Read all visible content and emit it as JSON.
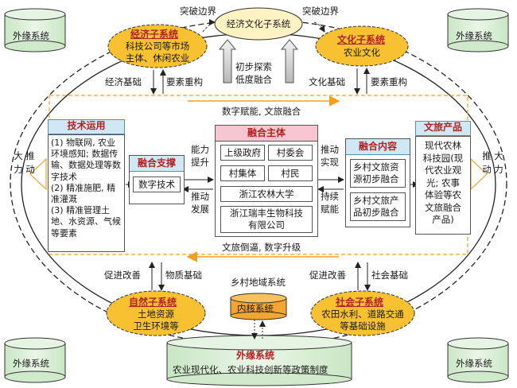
{
  "outer": {
    "tl": "外缘系统",
    "tr": "外缘系统",
    "bl": "外缘系统",
    "br": "外缘系统"
  },
  "bottom_outer": {
    "title": "外缘系统",
    "desc": "农业现代化、农业科技创新等政策制度"
  },
  "core_system": "内核系统",
  "rural_region": "乡村地域系统",
  "economic": {
    "title": "经济子系统",
    "line1": "科技公司等市场",
    "line2": "主体、休闲农业"
  },
  "eco_culture": "经济文化子系统",
  "culture": {
    "title": "文化子系统",
    "line1": "农业文化"
  },
  "natural": {
    "title": "自然子系统",
    "line1": "土地资源",
    "line2": "卫生环境等"
  },
  "social": {
    "title": "社会子系统",
    "line1": "农田水利、道路交通",
    "line2": "等基础设施"
  },
  "labels": {
    "breakthrough_left": "突破边界",
    "breakthrough_right": "突破边界",
    "explore1": "初步探索",
    "explore2": "低度融合",
    "eco_base": "经济基础",
    "restructure_left": "要素重构",
    "culture_base": "文化基础",
    "restructure_right": "要素重构",
    "digital_empower": "数字赋能, 文旅融合",
    "tourism_force": "文旅倒逼, 数字升级",
    "promote_left": "促进改善",
    "material_base": "物质基础",
    "promote_right": "促进改善",
    "social_base": "社会基础",
    "drive_left": "大力",
    "drive_left2": "推动",
    "drive_right": "大力",
    "drive_right2": "推动",
    "capability1": "能力",
    "capability2": "提升",
    "drivedev1": "推动",
    "drivedev2": "发展",
    "realize1": "推动",
    "realize2": "实现",
    "sustain1": "持续",
    "sustain2": "赋能"
  },
  "tech": {
    "title": "技术运用",
    "item1": "(1) 物联网, 农业环境感知; 数据传输、数据处理等数字技术",
    "item2": "(2) 精准施肥, 精准灌溉",
    "item3": "(3) 精准管理土地、水资源、气候等要素"
  },
  "support": {
    "title": "融合支撑",
    "item": "数字技术"
  },
  "subject": {
    "title": "融合主体",
    "a": "上级政府",
    "b": "村委会",
    "c": "村集体",
    "d": "村民",
    "e": "浙江农林大学",
    "f1": "浙江瑞丰生物科技",
    "f2": "有限公司"
  },
  "content": {
    "title": "融合内容",
    "a1": "乡村文旅资",
    "a2": "源初步融合",
    "b1": "乡村文旅产",
    "b2": "品初步融合"
  },
  "products": {
    "title": "文旅产品",
    "l1": "现代农林",
    "l2": "科技园(现",
    "l3": "代农业观",
    "l4": "光; 农事",
    "l5": "体验等农",
    "l6": "文旅融合",
    "l7": "产品)"
  }
}
